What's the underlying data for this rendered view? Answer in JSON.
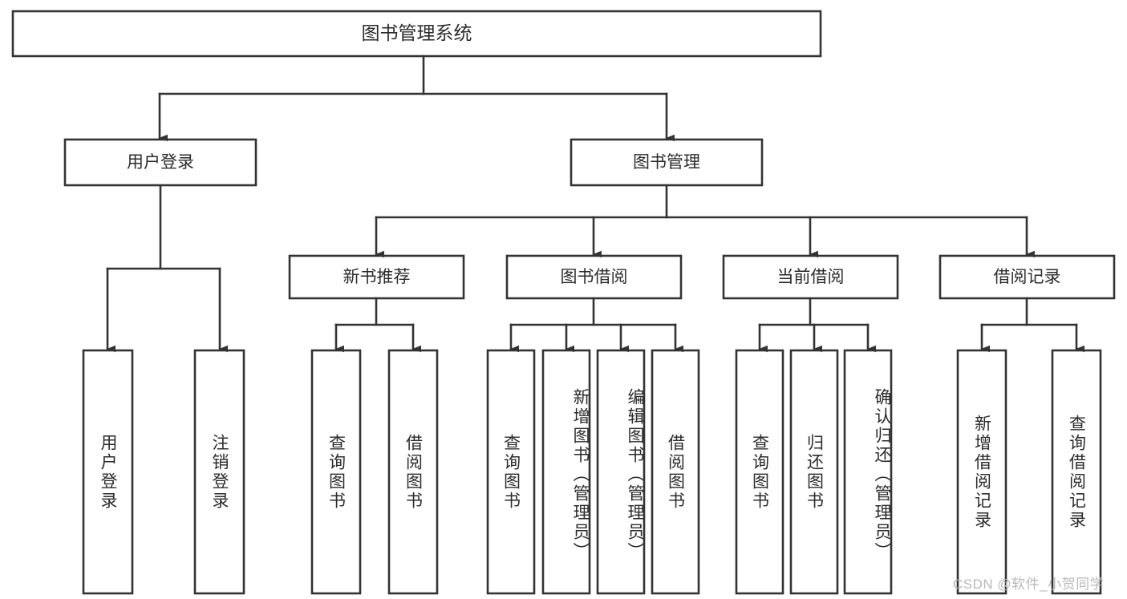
{
  "diagram": {
    "type": "tree-hierarchy-chart",
    "title": "图书管理系统",
    "root": {
      "label": "图书管理系统",
      "level": 0
    },
    "level1": [
      {
        "label": "用户登录"
      },
      {
        "label": "图书管理"
      }
    ],
    "level2": [
      {
        "label": "新书推荐",
        "parent": "图书管理"
      },
      {
        "label": "图书借阅",
        "parent": "图书管理"
      },
      {
        "label": "当前借阅",
        "parent": "图书管理"
      },
      {
        "label": "借阅记录",
        "parent": "图书管理"
      }
    ],
    "leaves": {
      "user_login": [
        {
          "label": "用户登录"
        },
        {
          "label": "注销登录"
        }
      ],
      "new_book_recommend": [
        {
          "label": "查询图书"
        },
        {
          "label": "借阅图书"
        }
      ],
      "book_borrow": [
        {
          "label": "查询图书"
        },
        {
          "label": "新增图书（管理员）"
        },
        {
          "label": "编辑图书（管理员）"
        },
        {
          "label": "借阅图书"
        }
      ],
      "current_borrow": [
        {
          "label": "查询图书"
        },
        {
          "label": "归还图书"
        },
        {
          "label": "确认归还（管理员）"
        }
      ],
      "borrow_records": [
        {
          "label": "新增借阅记录"
        },
        {
          "label": "查询借阅记录"
        }
      ]
    }
  },
  "watermark": {
    "text": "CSDN @软件_小贺同学"
  },
  "colors": {
    "box_stroke": "#333333",
    "box_fill": "#ffffff",
    "text": "#2b2b2b",
    "background": "#ffffff",
    "watermark": "#b8b8b8"
  }
}
